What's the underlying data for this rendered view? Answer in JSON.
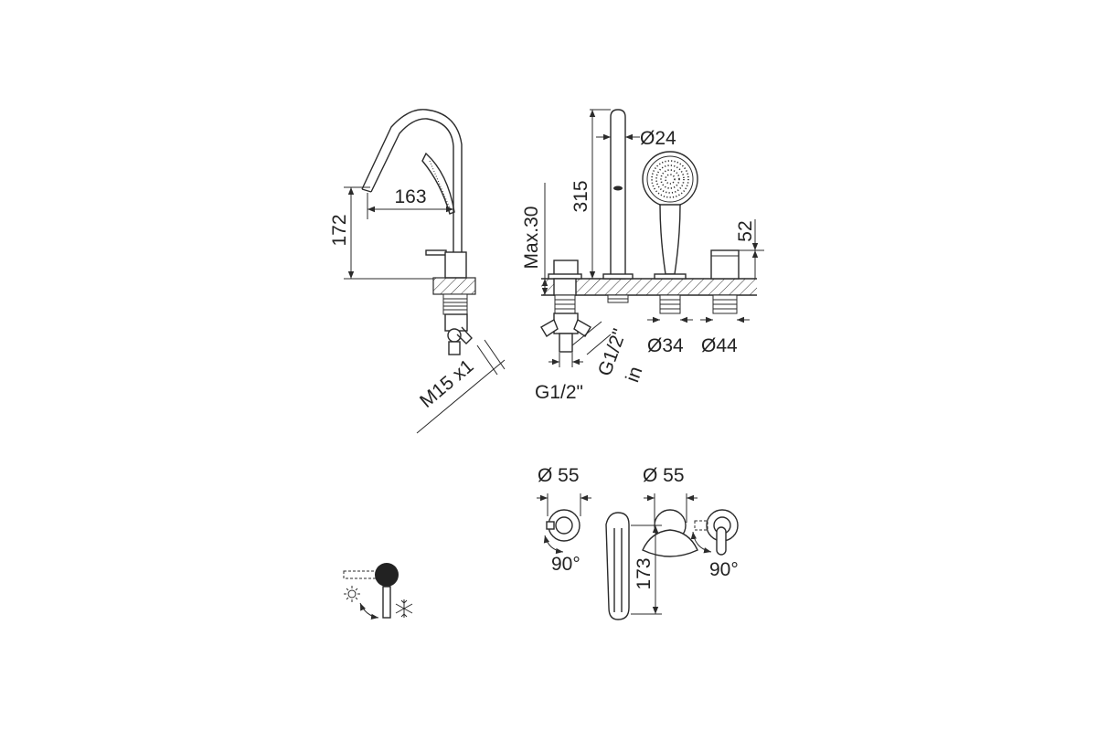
{
  "side_view": {
    "dim_reach": "163",
    "dim_height": "172",
    "dim_thread": "M15 x1"
  },
  "front_view": {
    "dim_spout_height": "315",
    "dim_spout_diameter": "Ø24",
    "dim_max_deck": "Max.30",
    "dim_handle_height": "52",
    "dim_inlet_a": "G1/2\"",
    "dim_inlet_b": "G1/2\"",
    "dim_inlet_b_suffix": "in",
    "dim_hole_small": "Ø34",
    "dim_hole_large": "Ø44"
  },
  "top_view": {
    "dim_left_diameter": "Ø 55",
    "dim_mid_diameter": "Ø 55",
    "dim_left_angle": "90°",
    "dim_right_angle": "90°",
    "dim_length": "173"
  },
  "legend": {
    "hot_icon": "sun-icon",
    "cold_icon": "snowflake-icon"
  }
}
